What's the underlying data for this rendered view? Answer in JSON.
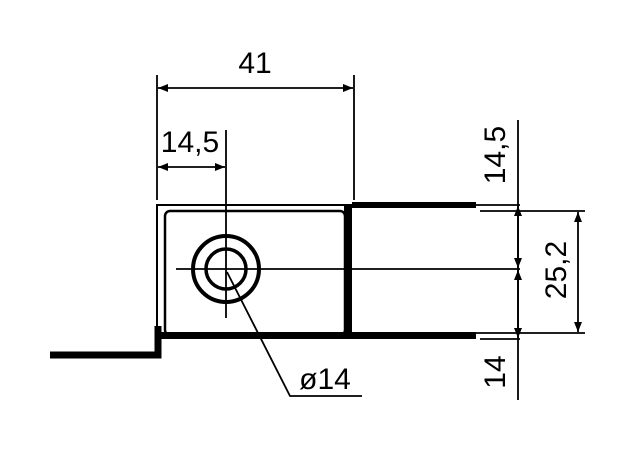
{
  "drawing": {
    "dim_width": "41",
    "dim_hole_offset_x": "14,5",
    "dim_top": "14,5",
    "dim_height": "25,2",
    "dim_bottom": "14",
    "dim_hole_diameter": "ø14"
  },
  "colors": {
    "line": "#000000",
    "background": "#ffffff"
  }
}
